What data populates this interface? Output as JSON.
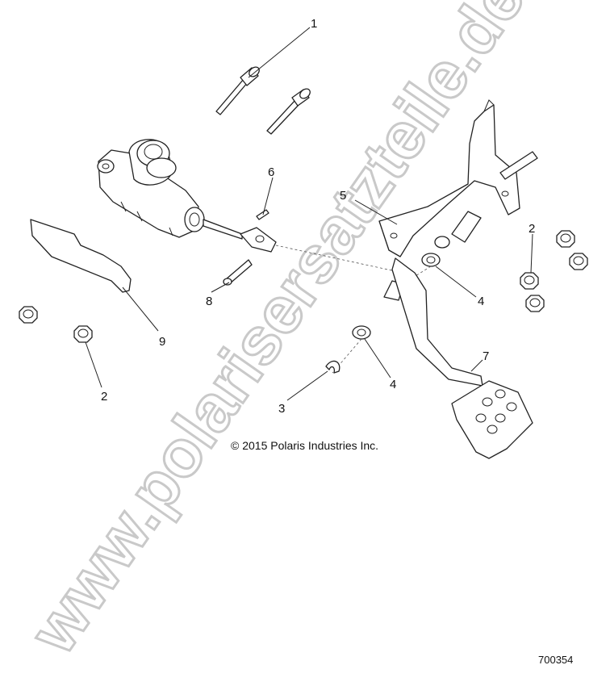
{
  "watermark": "www.polarisersatzteile.de",
  "copyright": "© 2015 Polaris Industries Inc.",
  "diagram_number": "700354",
  "callouts": {
    "bolt": "1",
    "nut_left": "2",
    "nut_right": "2",
    "clip": "3",
    "bushing_upper": "4",
    "bushing_lower": "4",
    "bracket": "5",
    "spring_pin": "6",
    "pedal": "7",
    "clevis_pin": "8",
    "heat_shield": "9"
  }
}
